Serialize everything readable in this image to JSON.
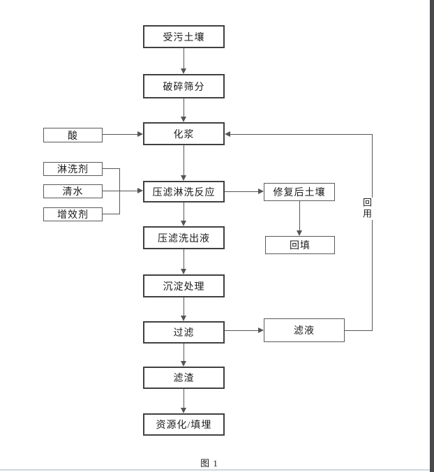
{
  "figure": {
    "caption": "图 1",
    "type": "flowchart"
  },
  "nodes": {
    "contaminated_soil": {
      "label": "受污土壤"
    },
    "crush_screen": {
      "label": "破碎筛分"
    },
    "slurrying": {
      "label": "化浆"
    },
    "acid": {
      "label": "酸"
    },
    "washing_agent": {
      "label": "淋洗剂"
    },
    "clean_water": {
      "label": "清水"
    },
    "synergist": {
      "label": "增效剂"
    },
    "press_wash_reaction": {
      "label": "压滤淋洗反应"
    },
    "remediated_soil": {
      "label": "修复后土壤"
    },
    "backfill": {
      "label": "回填"
    },
    "press_wash_effluent": {
      "label": "压滤洗出液"
    },
    "precipitation": {
      "label": "沉淀处理"
    },
    "filtration": {
      "label": "过滤"
    },
    "filtrate": {
      "label": "滤液"
    },
    "filter_residue": {
      "label": "滤渣"
    },
    "resource_landfill": {
      "label": "资源化/填埋"
    }
  },
  "edges": [
    {
      "from": "contaminated_soil",
      "to": "crush_screen"
    },
    {
      "from": "crush_screen",
      "to": "slurrying"
    },
    {
      "from": "acid",
      "to": "slurrying"
    },
    {
      "from": "slurrying",
      "to": "press_wash_reaction"
    },
    {
      "from": "washing_agent",
      "to": "press_wash_reaction"
    },
    {
      "from": "clean_water",
      "to": "press_wash_reaction"
    },
    {
      "from": "synergist",
      "to": "press_wash_reaction"
    },
    {
      "from": "press_wash_reaction",
      "to": "remediated_soil"
    },
    {
      "from": "remediated_soil",
      "to": "backfill"
    },
    {
      "from": "press_wash_reaction",
      "to": "press_wash_effluent"
    },
    {
      "from": "press_wash_effluent",
      "to": "precipitation"
    },
    {
      "from": "precipitation",
      "to": "filtration"
    },
    {
      "from": "filtration",
      "to": "filtrate"
    },
    {
      "from": "filtrate",
      "to": "slurrying",
      "label": "回用"
    },
    {
      "from": "filtration",
      "to": "filter_residue"
    },
    {
      "from": "filter_residue",
      "to": "resource_landfill"
    }
  ],
  "colors": {
    "line": "#555555",
    "main_box_border": "#404040",
    "side_box_border": "#595959",
    "page_edge_right": "#46494d",
    "page_edge_bottom": "#cfd5dd"
  }
}
